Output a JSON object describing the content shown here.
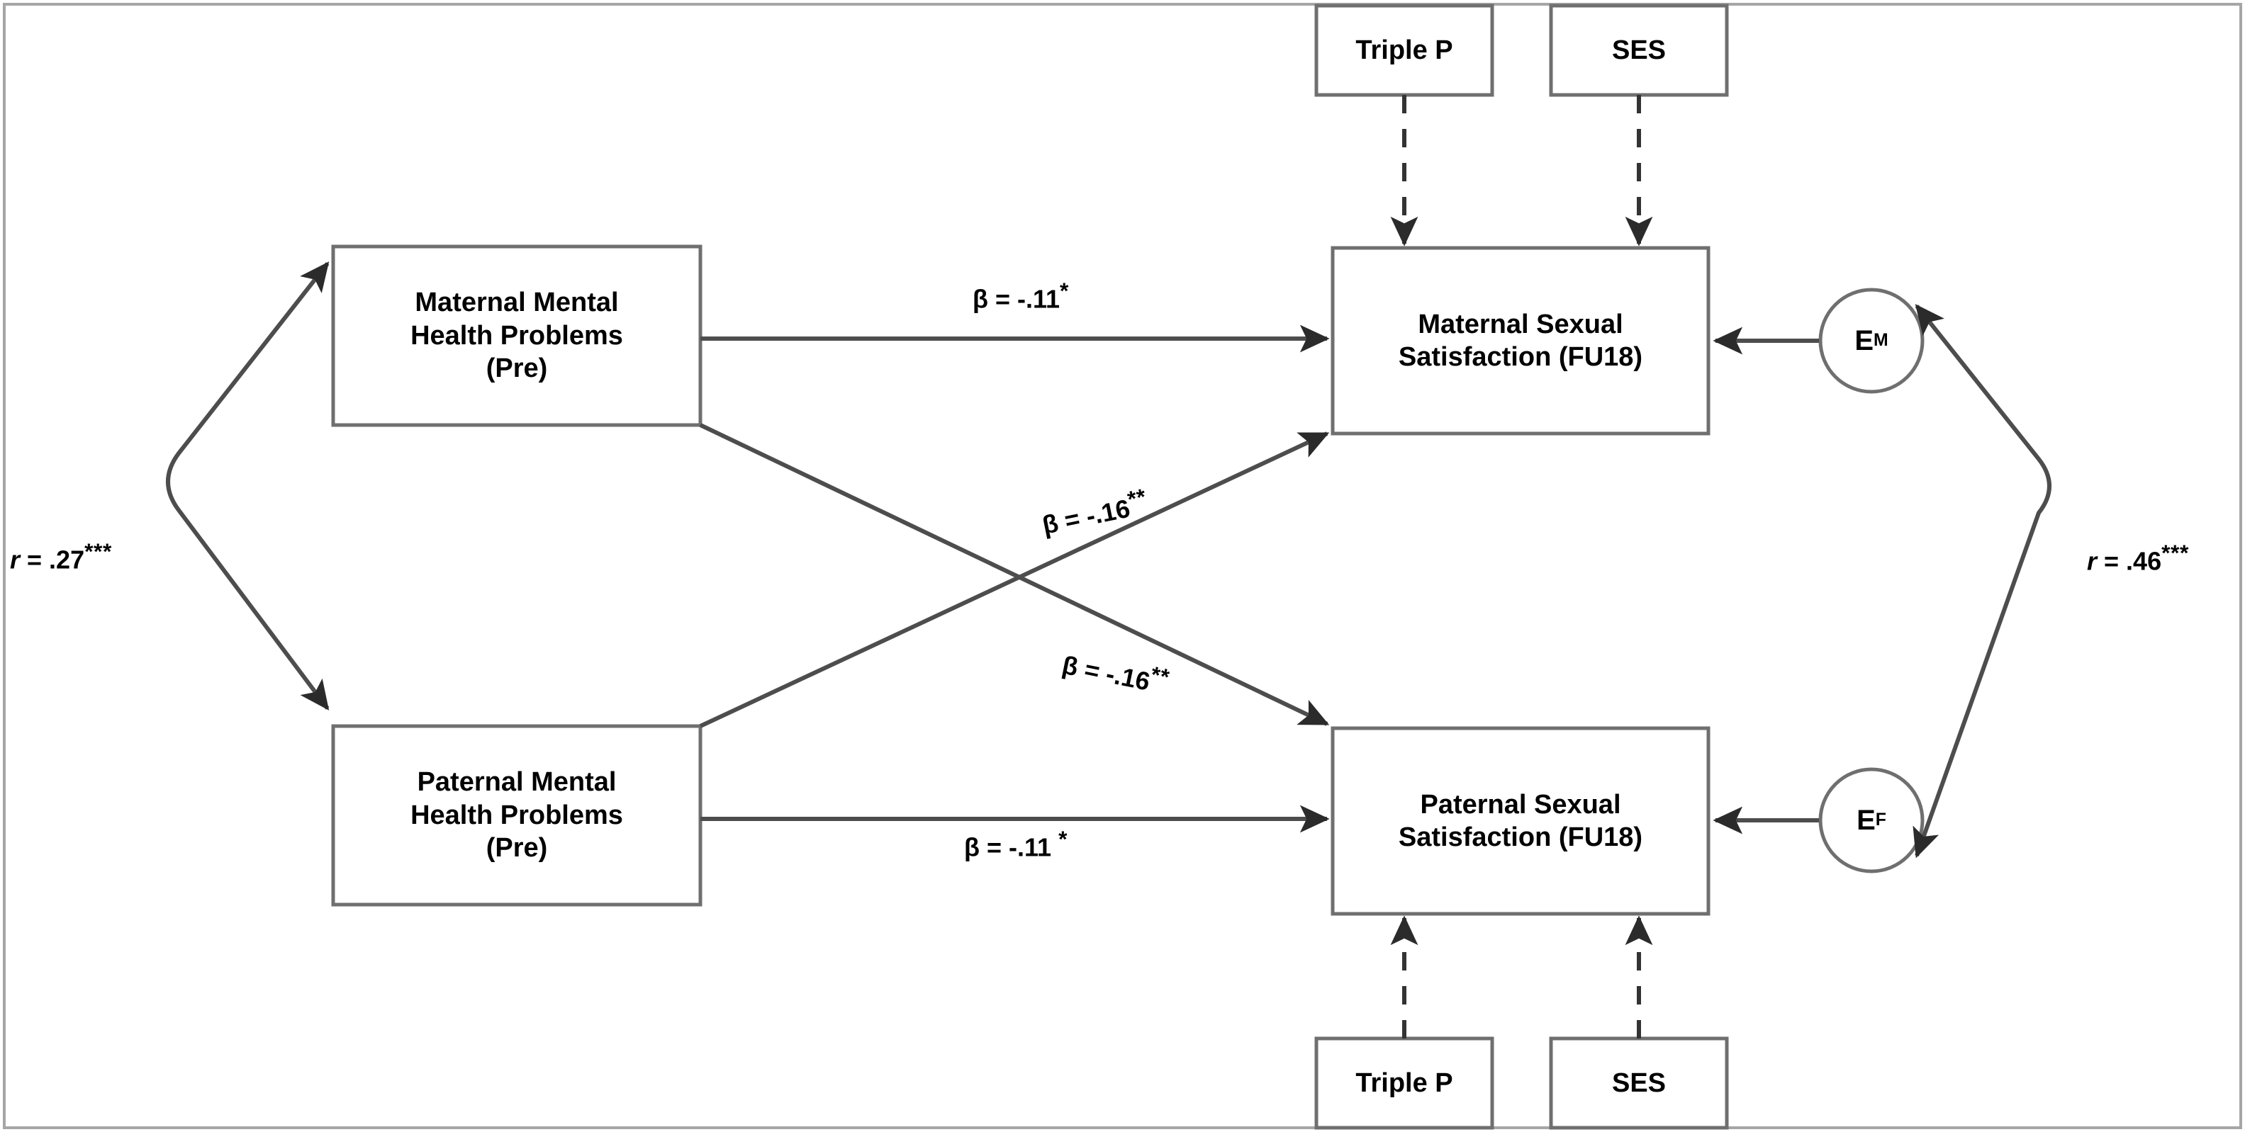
{
  "figure": {
    "type": "path-diagram",
    "border_color": "#9a9a9a",
    "line_color": "#4d4d4d",
    "text_color": "#000000",
    "background": "#ffffff"
  },
  "nodes": {
    "triple_p_top": {
      "label": "Triple P",
      "shape": "rect"
    },
    "ses_top": {
      "label": "SES",
      "shape": "rect"
    },
    "triple_p_bottom": {
      "label": "Triple P",
      "shape": "rect"
    },
    "ses_bottom": {
      "label": "SES",
      "shape": "rect"
    },
    "maternal_mental": {
      "label": "Maternal Mental\nHealth Problems\n(Pre)",
      "shape": "rect"
    },
    "paternal_mental": {
      "label": "Paternal Mental\nHealth Problems\n(Pre)",
      "shape": "rect"
    },
    "maternal_satisfaction": {
      "label": "Maternal Sexual\nSatisfaction (FU18)",
      "shape": "rect"
    },
    "paternal_satisfaction": {
      "label": "Paternal Sexual\nSatisfaction (FU18)",
      "shape": "rect"
    },
    "error_maternal": {
      "label": "E",
      "subscript": "M",
      "shape": "circle"
    },
    "error_paternal": {
      "label": "E",
      "subscript": "F",
      "shape": "circle"
    }
  },
  "paths": {
    "maternal_to_maternal": {
      "prefix": "β = -.11",
      "stars": "*"
    },
    "paternal_to_paternal": {
      "prefix": "β = -.11 ",
      "stars": "*"
    },
    "paternal_to_maternal": {
      "prefix": "β = -.16",
      "stars": "**"
    },
    "maternal_to_paternal": {
      "prefix": "β = -.16",
      "stars": "**"
    }
  },
  "correlations": {
    "left": {
      "symbol": "r",
      "equals": " = .27",
      "stars": "***"
    },
    "right": {
      "symbol": "r",
      "equals": " = .46",
      "stars": "***"
    }
  },
  "chart_data": {
    "type": "diagram",
    "title": "",
    "structure": "Actor-partner interdependence model (APIM)",
    "exogenous_predictors": [
      "Maternal Mental Health Problems (Pre)",
      "Paternal Mental Health Problems (Pre)"
    ],
    "outcomes": [
      "Maternal Sexual Satisfaction (FU18)",
      "Paternal Sexual Satisfaction (FU18)"
    ],
    "covariates": [
      "Triple P",
      "SES"
    ],
    "residuals": [
      "E_M",
      "E_F"
    ],
    "effects": [
      {
        "from": "Maternal Mental Health Problems (Pre)",
        "to": "Maternal Sexual Satisfaction (FU18)",
        "beta": -0.11,
        "significance": "*",
        "kind": "actor"
      },
      {
        "from": "Paternal Mental Health Problems (Pre)",
        "to": "Paternal Sexual Satisfaction (FU18)",
        "beta": -0.11,
        "significance": "*",
        "kind": "actor"
      },
      {
        "from": "Paternal Mental Health Problems (Pre)",
        "to": "Maternal Sexual Satisfaction (FU18)",
        "beta": -0.16,
        "significance": "**",
        "kind": "partner"
      },
      {
        "from": "Maternal Mental Health Problems (Pre)",
        "to": "Paternal Sexual Satisfaction (FU18)",
        "beta": -0.16,
        "significance": "**",
        "kind": "partner"
      }
    ],
    "covariances": [
      {
        "between": [
          "Maternal Mental Health Problems (Pre)",
          "Paternal Mental Health Problems (Pre)"
        ],
        "r": 0.27,
        "significance": "***"
      },
      {
        "between": [
          "E_M",
          "E_F"
        ],
        "r": 0.46,
        "significance": "***"
      }
    ],
    "line_styles": {
      "solid": "estimated structural path",
      "dashed": "covariate control path"
    }
  }
}
